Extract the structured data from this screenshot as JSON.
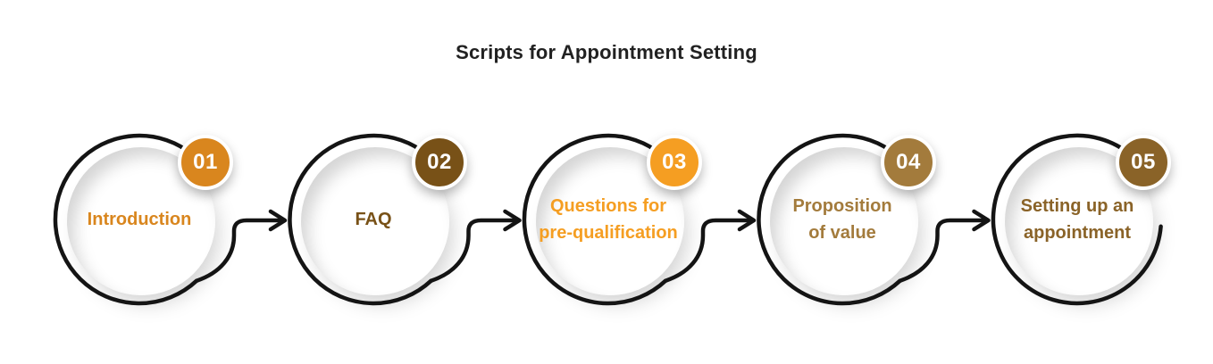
{
  "title": "Scripts for Appointment Setting",
  "steps": [
    {
      "number": "01",
      "label": "Introduction",
      "color": "#D9861E"
    },
    {
      "number": "02",
      "label": "FAQ",
      "color": "#785117"
    },
    {
      "number": "03",
      "label": "Questions for\npre-qualification",
      "color": "#F59E22"
    },
    {
      "number": "04",
      "label": "Proposition\nof value",
      "color": "#A37B3C"
    },
    {
      "number": "05",
      "label": "Setting up an\nappointment",
      "color": "#8A6328"
    }
  ],
  "colors": {
    "background": "#FFFFFF",
    "title_text": "#212121",
    "ring_stroke": "#141414",
    "badge_ring": "#FFFFFF",
    "badge_number_text": "#FFFFFF"
  },
  "icons": {
    "connector": "right-arrow-icon"
  }
}
